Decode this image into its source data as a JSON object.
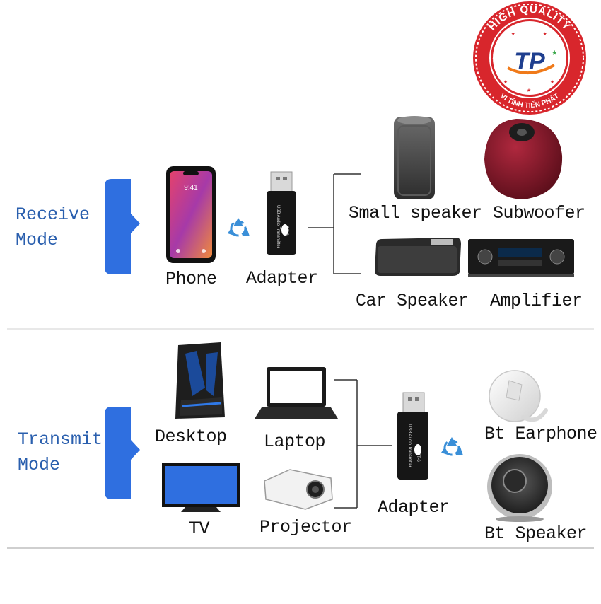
{
  "badge": {
    "top_text": "HIGH QUALITY",
    "bottom_text": "VI TÍNH TIẾN PHÁT",
    "logo_text": "TP",
    "colors": {
      "ring": "#d8262c",
      "inner": "#ffffff",
      "logo_blue": "#1f3f8f",
      "logo_orange": "#f07a1a",
      "star_green": "#3aa84a"
    }
  },
  "receive": {
    "mode_line1": "Receive",
    "mode_line2": "Mode",
    "phone_label": "Phone",
    "phone_time": "9:41",
    "adapter_label": "Adapter",
    "outputs": {
      "small_speaker": "Small speaker",
      "subwoofer": "Subwoofer",
      "car_speaker": "Car Speaker",
      "amplifier": "Amplifier"
    }
  },
  "transmit": {
    "mode_line1": "Transmit",
    "mode_line2": "Mode",
    "sources": {
      "desktop": "Desktop",
      "laptop": "Laptop",
      "tv": "TV",
      "projector": "Projector"
    },
    "adapter_label": "Adapter",
    "outputs": {
      "bt_earphone": "Bt Earphone",
      "bt_speaker": "Bt Speaker"
    }
  },
  "adapter_print": "USB Audio Transmitter",
  "adapter_model": "BT-6",
  "colors": {
    "mode_blue": "#2a5fae",
    "arrow_blue": "#2f6fe0",
    "line": "#333333",
    "recycle_blue": "#3a8fd8"
  }
}
